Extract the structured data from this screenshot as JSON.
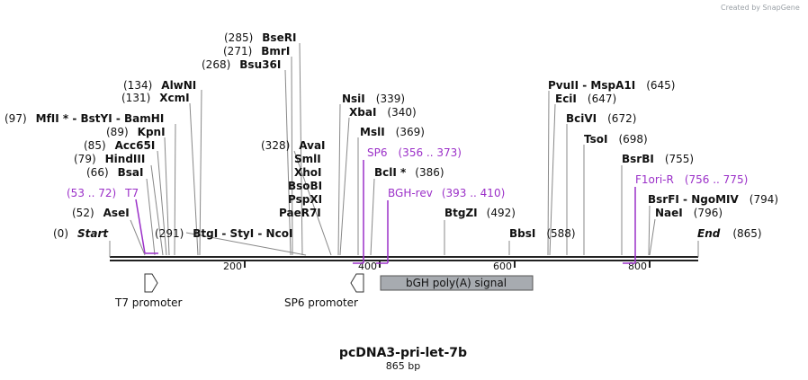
{
  "credit": "Created by SnapGene",
  "title": "pcDNA3-pri-let-7b",
  "length_label": "865 bp",
  "start_label": "Start",
  "end_label": "End",
  "colors": {
    "primer": "#9b30c8",
    "feature_fill": "#a7abb0",
    "backbone": "#222222",
    "leader": "#888888"
  },
  "ticks": [
    "200",
    "400",
    "600",
    "800"
  ],
  "sites": [
    {
      "pos": "(0)",
      "name": "Start"
    },
    {
      "pos": "(52)",
      "name": "AseI"
    },
    {
      "pos": "(66)",
      "name": "BsaI"
    },
    {
      "pos": "(79)",
      "name": "HindIII"
    },
    {
      "pos": "(85)",
      "name": "Acc65I"
    },
    {
      "pos": "(89)",
      "name": "KpnI"
    },
    {
      "pos": "(97)",
      "name": "MfII * - BstYI - BamHI"
    },
    {
      "pos": "(131)",
      "name": "XcmI"
    },
    {
      "pos": "(134)",
      "name": "AlwNI"
    },
    {
      "pos": "(268)",
      "name": "Bsu36I"
    },
    {
      "pos": "(271)",
      "name": "BmrI"
    },
    {
      "pos": "(285)",
      "name": "BseRI"
    },
    {
      "pos": "(291)",
      "name": "BtgI - StyI - NcoI"
    },
    {
      "pos": "(328)",
      "name": "AvaI"
    },
    {
      "pos": "",
      "name": "SmlI"
    },
    {
      "pos": "",
      "name": "XhoI"
    },
    {
      "pos": "",
      "name": "BsoBI"
    },
    {
      "pos": "",
      "name": "PspXI"
    },
    {
      "pos": "",
      "name": "PaeR7I"
    },
    {
      "pos": "(339)",
      "name": "NsiI"
    },
    {
      "pos": "(340)",
      "name": "XbaI"
    },
    {
      "pos": "(369)",
      "name": "MslI"
    },
    {
      "pos": "(386)",
      "name": "BclI *"
    },
    {
      "pos": "(492)",
      "name": "BtgZI"
    },
    {
      "pos": "(588)",
      "name": "BbsI"
    },
    {
      "pos": "(645)",
      "name": "PvuII - MspA1I"
    },
    {
      "pos": "(647)",
      "name": "EciI"
    },
    {
      "pos": "(672)",
      "name": "BciVI"
    },
    {
      "pos": "(698)",
      "name": "TsoI"
    },
    {
      "pos": "(755)",
      "name": "BsrBI"
    },
    {
      "pos": "(794)",
      "name": "BsrFI - NgoMIV"
    },
    {
      "pos": "(796)",
      "name": "NaeI"
    },
    {
      "pos": "(865)",
      "name": "End"
    }
  ],
  "primers": [
    {
      "name": "T7",
      "range": "(53 .. 72)"
    },
    {
      "name": "SP6",
      "range": "(356 .. 373)"
    },
    {
      "name": "BGH-rev",
      "range": "(393 .. 410)"
    },
    {
      "name": "F1ori-R",
      "range": "(756 .. 775)"
    }
  ],
  "features": [
    {
      "name": "T7 promoter"
    },
    {
      "name": "SP6 promoter"
    },
    {
      "name": "bGH poly(A) signal"
    }
  ]
}
